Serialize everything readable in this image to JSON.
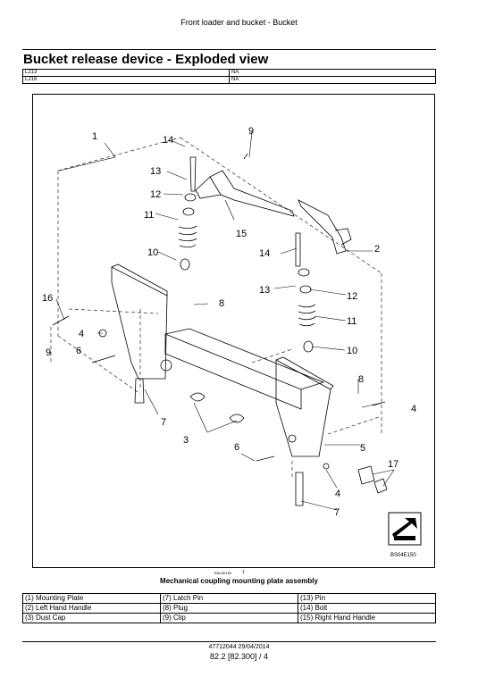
{
  "header": {
    "title": "Front loader and bucket - Bucket"
  },
  "section": {
    "title": "Bucket release device - Exploded view"
  },
  "models": [
    {
      "model": "L213",
      "value": "NA"
    },
    {
      "model": "L216",
      "value": "NA"
    }
  ],
  "figure": {
    "code_small": "BS04E150",
    "code_index": "1",
    "badge_code": "BS04E150",
    "caption": "Mechanical coupling mounting plate assembly",
    "callouts": [
      "1",
      "2",
      "3",
      "4",
      "4",
      "4",
      "5",
      "6",
      "6",
      "7",
      "7",
      "8",
      "8",
      "9",
      "9",
      "10",
      "10",
      "11",
      "11",
      "12",
      "12",
      "13",
      "13",
      "14",
      "14",
      "15",
      "16",
      "17"
    ]
  },
  "legend": [
    [
      "(1) Mounting Plate",
      "(7) Latch Pin",
      "(13) Pin"
    ],
    [
      "(2) Left Hand Handle",
      "(8) Plug",
      "(14) Bolt"
    ],
    [
      "(3) Dust Cap",
      "(9) Clip",
      "(15) Right Hand Handle"
    ]
  ],
  "footer": {
    "doc": "47712044 29/04/2014",
    "page": "82.2 [82.300] / 4"
  }
}
